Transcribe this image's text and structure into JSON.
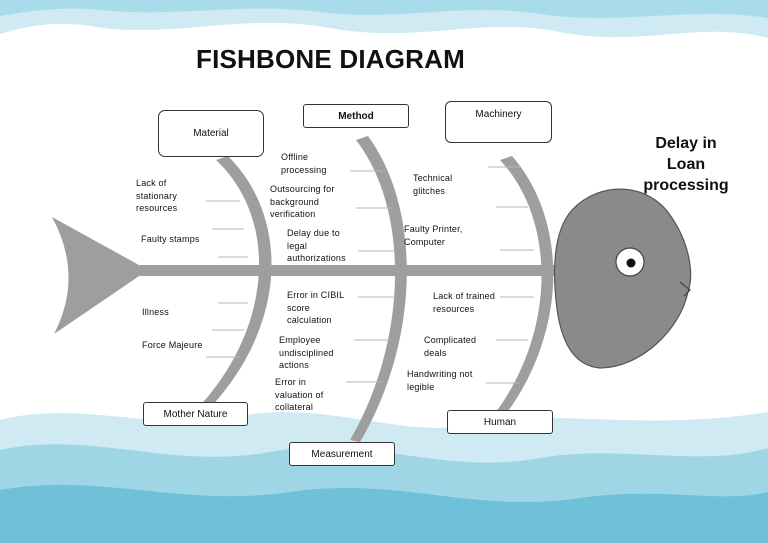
{
  "title": "FISHBONE DIAGRAM",
  "effect": "Delay in\nLoan\nprocessing",
  "categories": {
    "material": "Material",
    "method": "Method",
    "machinery": "Machinery",
    "mother_nature": "Mother Nature",
    "measurement": "Measurement",
    "human": "Human"
  },
  "causes": {
    "material": [
      "Lack of\nstationary\nresources",
      "Faulty stamps"
    ],
    "method": [
      "Offline\nprocessing",
      "Outsourcing for\nbackground\nverification",
      "Delay due to\nlegal\nauthorizations"
    ],
    "machinery": [
      "Technical\nglitches",
      "Faulty Printer,\nComputer"
    ],
    "mother_nature": [
      "Illness",
      "Force Majeure"
    ],
    "measurement": [
      "Error in CIBIL\nscore\ncalculation",
      "Employee\nundisciplined\nactions",
      "Error in\nvaluation of\ncollateral"
    ],
    "human": [
      "Lack of trained\nresources",
      "Complicated\ndeals",
      "Handwriting not\nlegible"
    ]
  },
  "colors": {
    "bone": "#9e9e9c",
    "head": "#8a8a88",
    "wave_light": "#cfeaf2",
    "wave_mid": "#9fd6e6",
    "wave_dark": "#6fc1da",
    "border": "#333333"
  }
}
